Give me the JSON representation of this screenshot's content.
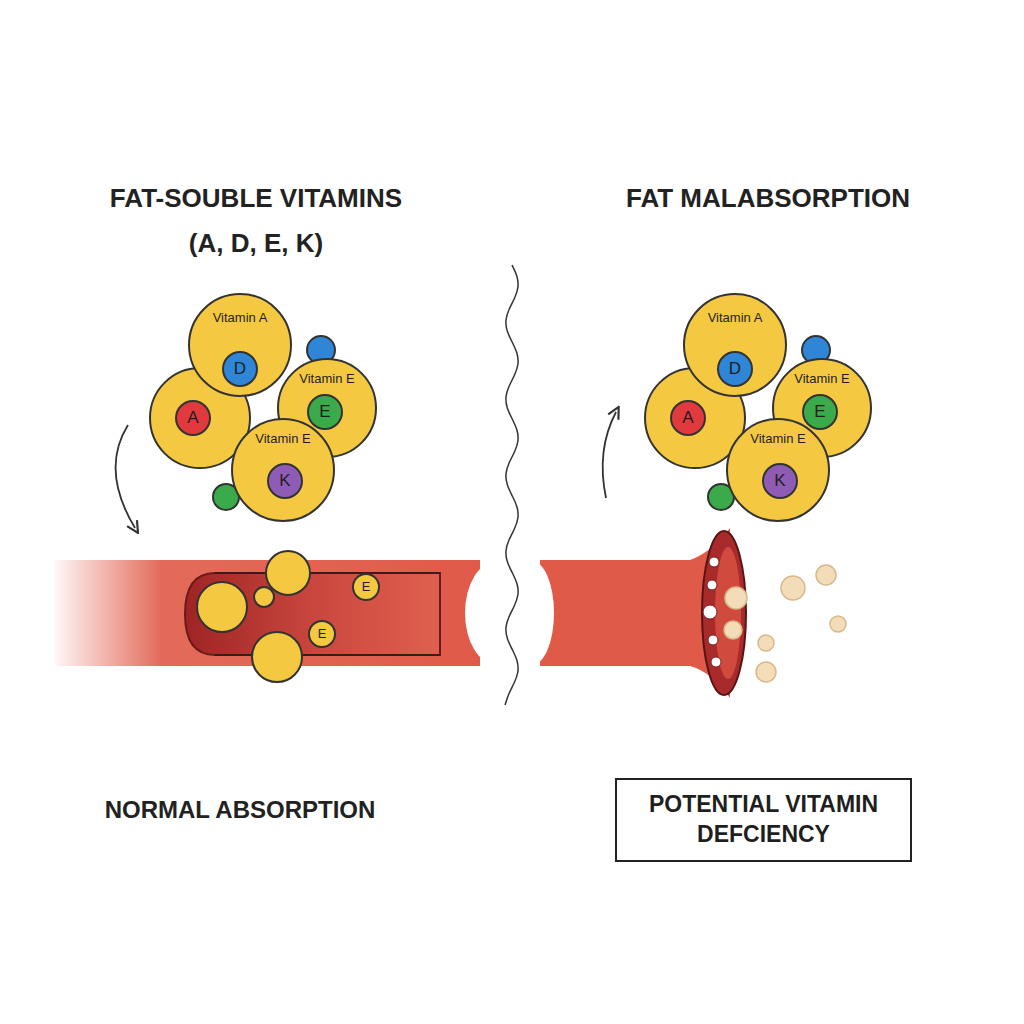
{
  "diagram": {
    "nodes": [
      {
        "text": [
          "Vitamin A"
        ]
      },
      {
        "text": [
          "D"
        ],
        "in": 0
      },
      {
        "text": [
          "A"
        ]
      },
      {
        "text": [
          "Vitamin E"
        ]
      },
      {
        "text": [
          "E"
        ],
        "in": 3
      },
      {
        "text": [
          "Vitamin E"
        ]
      },
      {
        "text": [
          "K"
        ],
        "in": 5
      },
      {
        "text": [
          "E"
        ]
      },
      {
        "text": [
          "E"
        ]
      },
      {
        "text": [
          "Vitamin A"
        ]
      },
      {
        "text": [
          "D"
        ],
        "in": 9
      },
      {
        "text": [
          "A"
        ]
      },
      {
        "text": [
          "Vitamin E"
        ]
      },
      {
        "text": [
          "E"
        ],
        "in": 12
      },
      {
        "text": [
          "Vitamin E"
        ]
      },
      {
        "text": [
          "K"
        ],
        "in": 14
      },
      {
        "text": [
          "POTENTIAL VITAMIN DEFCIENCY"
        ]
      }
    ],
    "labels": [
      "FAT-SOUBLE VITAMINS (A, D, E, K)",
      "FAT MALABSORPTION",
      "NORMAL ABSORPTION"
    ]
  }
}
